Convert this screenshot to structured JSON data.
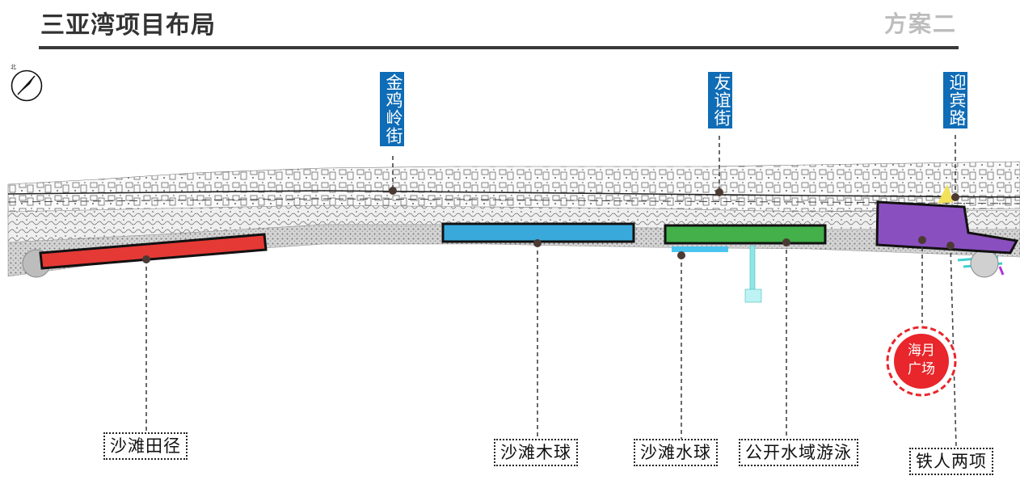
{
  "header": {
    "title": "三亚湾项目布局",
    "subtitle": "方案二"
  },
  "compass": {
    "icon": "north-arrow-icon",
    "mark": "北"
  },
  "streets": [
    {
      "id": "jinjiling",
      "label": "金鸡岭街"
    },
    {
      "id": "youyi",
      "label": "友谊街"
    },
    {
      "id": "yingbin",
      "label": "迎宾路"
    }
  ],
  "zones": [
    {
      "id": "beach-trail",
      "color": "#e53935"
    },
    {
      "id": "beach-croquet",
      "color": "#39a9dc"
    },
    {
      "id": "swimming",
      "color": "#43b049"
    },
    {
      "id": "plaza",
      "color": "#8a4fbf"
    }
  ],
  "labels": {
    "beach_trail": "沙滩田径",
    "beach_croquet": "沙滩木球",
    "beach_water_polo": "沙滩水球",
    "open_water_swimming": "公开水域游泳",
    "triathlon": "铁人两项"
  },
  "plaza_badge": {
    "line1": "海月",
    "line2": "广场",
    "color": "#e8262b"
  }
}
